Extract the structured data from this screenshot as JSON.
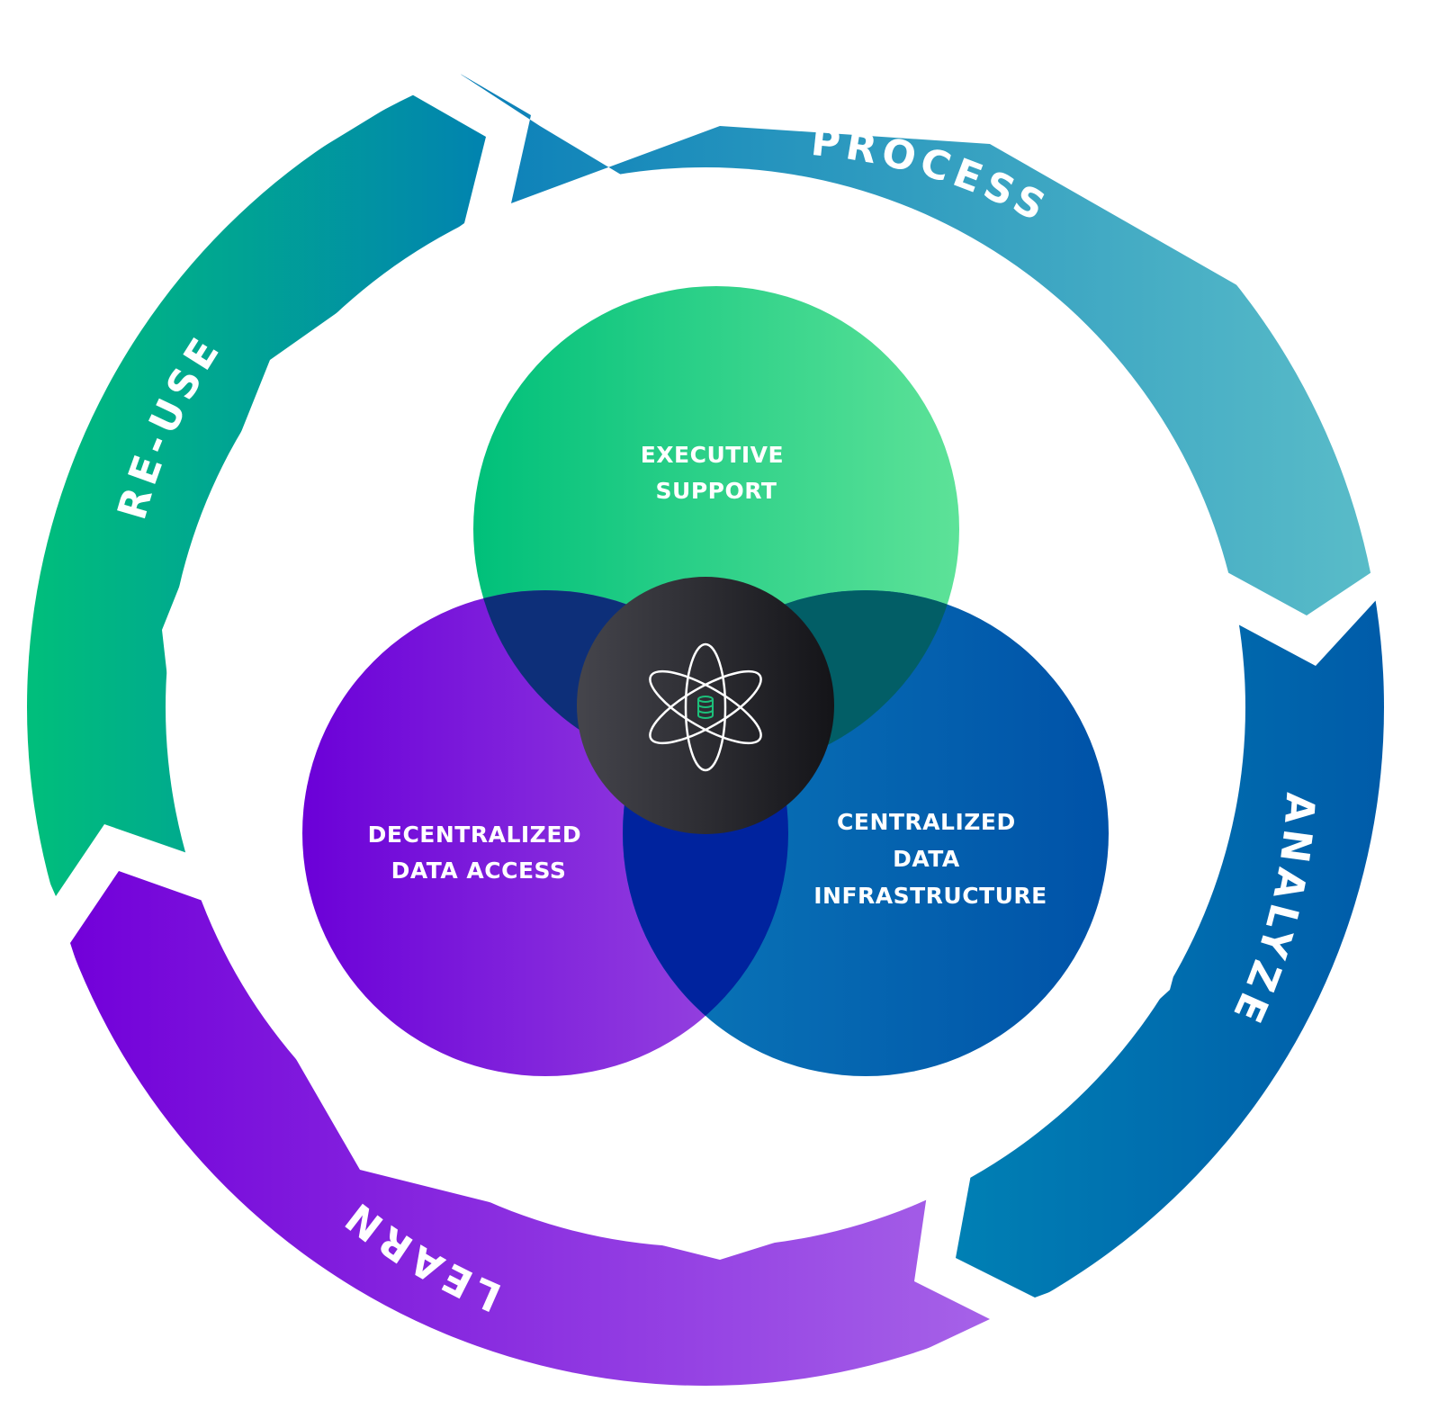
{
  "diagram": {
    "cycle_stages": [
      {
        "id": "process",
        "label": "PROCESS",
        "color_start": "#0a7fb8",
        "color_end": "#5cbec9"
      },
      {
        "id": "analyze",
        "label": "ANALYZE",
        "color_start": "#0077b0",
        "color_end": "#0058a8"
      },
      {
        "id": "learn",
        "label": "LEARN",
        "color_start": "#7200d9",
        "color_end": "#a662e8"
      },
      {
        "id": "reuse",
        "label": "RE-USE",
        "color_start": "#00c07a",
        "color_end": "#0183b0"
      }
    ],
    "venn": {
      "top": {
        "lines": [
          "EXECUTIVE",
          "SUPPORT"
        ],
        "color_start": "#00c07a",
        "color_end": "#5de298"
      },
      "left": {
        "lines": [
          "DECENTRALIZED",
          "DATA ACCESS"
        ],
        "color_start": "#6b00d8",
        "color_end": "#9a4be0"
      },
      "right": {
        "lines": [
          "CENTRALIZED",
          "DATA",
          "INFRASTRUCTURE"
        ],
        "color_start": "#0a78b8",
        "color_end": "#0052a8"
      },
      "overlap_top_left": "#0d2f79",
      "overlap_top_right": "#025e66",
      "overlap_left_right": "#00239e",
      "center_hub": {
        "icon": "atom-database-icon",
        "color_start": "#45454c",
        "color_end": "#141418",
        "accent": "#1cc07a"
      }
    }
  }
}
